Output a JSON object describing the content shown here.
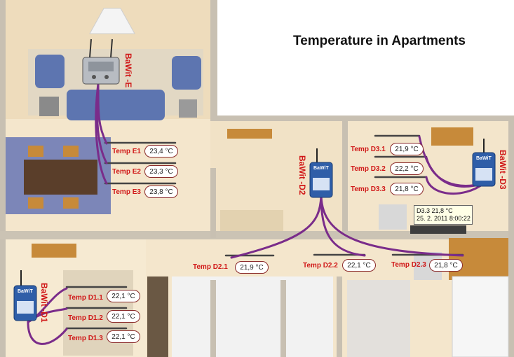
{
  "title": "Temperature in Apartments",
  "devices": {
    "e": "BaWit -E",
    "d1": "BaWit -D1",
    "d2": "BaWit -D2",
    "d3": "BaWit -D3",
    "brand": "BaWiT"
  },
  "sensors": [
    {
      "id": "e1",
      "label": "Temp E1",
      "value": "23,4 °C"
    },
    {
      "id": "e2",
      "label": "Temp E2",
      "value": "23,3 °C"
    },
    {
      "id": "e3",
      "label": "Temp E3",
      "value": "23,8 °C"
    },
    {
      "id": "d31",
      "label": "Temp D3.1",
      "value": "21,9 °C"
    },
    {
      "id": "d32",
      "label": "Temp D3.2",
      "value": "22,2 °C"
    },
    {
      "id": "d33",
      "label": "Temp D3.3",
      "value": "21,8 °C"
    },
    {
      "id": "d21",
      "label": "Temp D2.1",
      "value": "21,9 °C"
    },
    {
      "id": "d22",
      "label": "Temp D2.2",
      "value": "22,1 °C"
    },
    {
      "id": "d23",
      "label": "Temp D2.3",
      "value": "21,8 °C"
    },
    {
      "id": "d11",
      "label": "Temp D1.1",
      "value": "22,1 °C"
    },
    {
      "id": "d12",
      "label": "Temp D1.2",
      "value": "22,1 °C"
    },
    {
      "id": "d13",
      "label": "Temp D1.3",
      "value": "22,1 °C"
    }
  ],
  "tooltip": {
    "line1": "D3.3 21,8 °C",
    "line2": "25. 2. 2011 8:00:22"
  }
}
